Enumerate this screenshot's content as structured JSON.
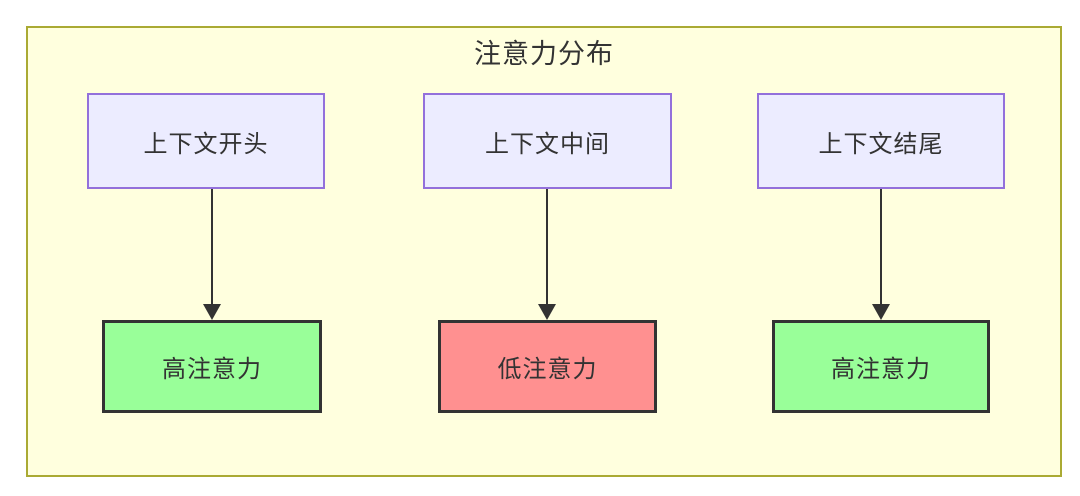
{
  "diagram": {
    "title": "注意力分布",
    "columns": [
      {
        "source": "上下文开头",
        "target": "高注意力",
        "attention_level": "high"
      },
      {
        "source": "上下文中间",
        "target": "低注意力",
        "attention_level": "low"
      },
      {
        "source": "上下文结尾",
        "target": "高注意力",
        "attention_level": "high"
      }
    ],
    "colors": {
      "cluster_fill": "#ffffde",
      "cluster_stroke": "#aaaa33",
      "source_node_fill": "#ececff",
      "source_node_stroke": "#9370db",
      "high_attention_fill": "#99ff99",
      "low_attention_fill": "#ff9090",
      "target_node_stroke": "#333333",
      "arrow_color": "#333333",
      "text_color": "#333333",
      "page_background": "#ffffff"
    }
  }
}
